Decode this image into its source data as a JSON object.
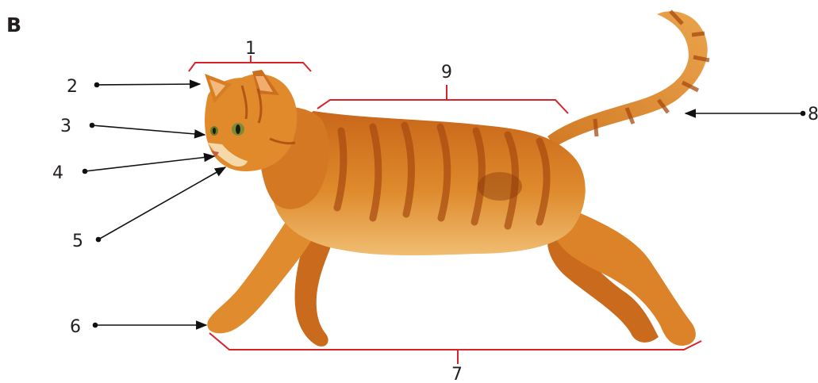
{
  "figure": {
    "panel_letter": "B",
    "subject": "orange tabby cat",
    "colors": {
      "fur_main": "#d8781f",
      "fur_dark": "#a84a10",
      "fur_light": "#f0b45c",
      "fur_cream": "#f6d9a8",
      "bracket": "#d8232a",
      "arrow": "#111111"
    },
    "labels": [
      {
        "id": "label-1",
        "text": "1"
      },
      {
        "id": "label-2",
        "text": "2"
      },
      {
        "id": "label-3",
        "text": "3"
      },
      {
        "id": "label-4",
        "text": "4"
      },
      {
        "id": "label-5",
        "text": "5"
      },
      {
        "id": "label-6",
        "text": "6"
      },
      {
        "id": "label-7",
        "text": "7"
      },
      {
        "id": "label-8",
        "text": "8"
      },
      {
        "id": "label-9",
        "text": "9"
      }
    ]
  }
}
